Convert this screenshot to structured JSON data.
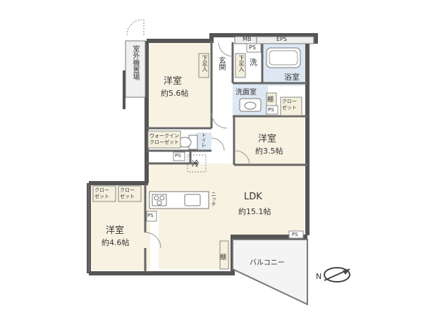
{
  "floorplan": {
    "rooms": {
      "western_1": {
        "name": "洋室",
        "size": "約5.6帖"
      },
      "western_2": {
        "name": "洋室",
        "size": "約3.5帖"
      },
      "western_3": {
        "name": "洋室",
        "size": "約4.6帖"
      },
      "ldk": {
        "name": "LDK",
        "size": "約15.1帖"
      }
    },
    "labels": {
      "mb": "MB",
      "eps": "EPS",
      "ps": "PS",
      "bath": "浴室",
      "wash": "洗",
      "washroom": "洗面室",
      "shelf": "棚",
      "closet": "クロー\nゼット",
      "walkin": "ウォークイン\nクローゼット",
      "toilet": "トイレ",
      "fridge": "冷",
      "niche": "ニッチ",
      "balcony": "バルコニー",
      "outdoor_unit": "室外機置場",
      "shoe_left": "下足入",
      "shoe_right": "下足入",
      "entrance": "玄関"
    },
    "compass": "N"
  }
}
